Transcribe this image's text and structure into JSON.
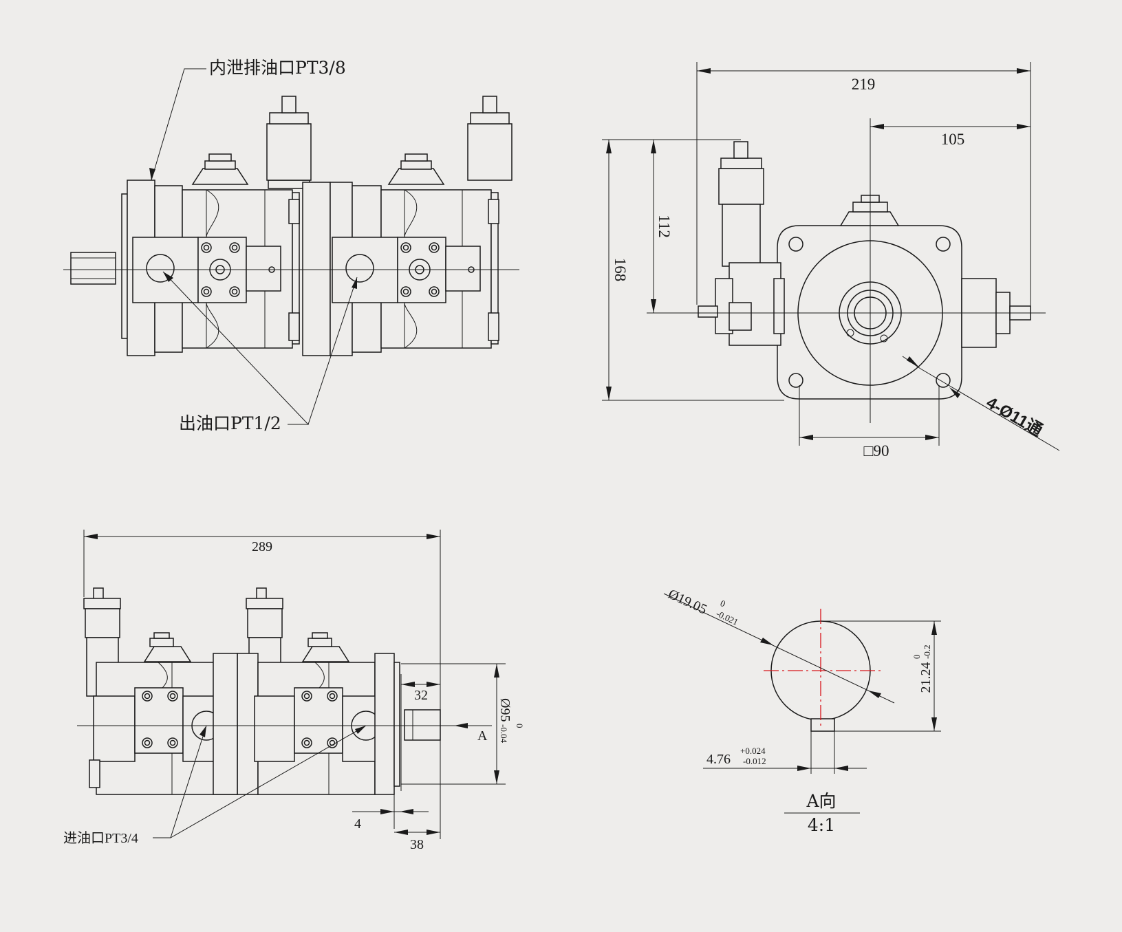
{
  "views": {
    "front": {
      "drain_port": "内泄排油口PT3/8",
      "outlet_port": "出油口PT1/2"
    },
    "side": {
      "dim_overall_width": "219",
      "dim_center_to_end": "105",
      "dim_height_total": "168",
      "dim_height_center": "112",
      "dim_flange_square": "□90",
      "dim_holes": "4-Ø11通"
    },
    "bottom": {
      "dim_length": "289",
      "dim_shaft_length": "32",
      "dim_pilot_diameter": "Ø95",
      "dim_pilot_tol_upper": "0",
      "dim_pilot_tol_lower": "-0.04",
      "view_arrow": "A",
      "dim_pilot_depth": "4",
      "dim_shaft_total": "38",
      "inlet_port": "进油口PT3/4"
    },
    "detail": {
      "shaft_diameter": "Ø19.05",
      "shaft_tol_upper": "0",
      "shaft_tol_lower": "-0.021",
      "key_height": "21.24",
      "key_height_tol_upper": "0",
      "key_height_tol_lower": "-0.2",
      "key_width": "4.76",
      "key_width_tol_upper": "+0.024",
      "key_width_tol_lower": "-0.012",
      "view_title": "A向",
      "view_scale": "4:1"
    }
  },
  "colors": {
    "background": "#eeedeb",
    "line": "#1a1a1a",
    "center_line": "#d8161b"
  }
}
